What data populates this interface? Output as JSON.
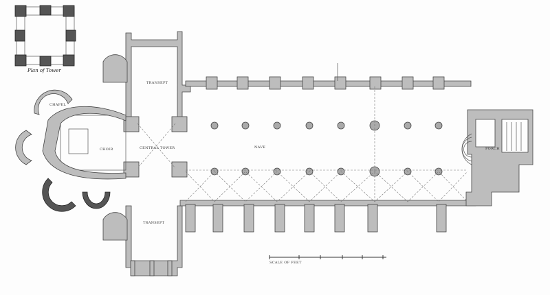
{
  "tower_plan": {
    "caption": "Plan of Tower"
  },
  "labels": {
    "central_tower": "Central Tower",
    "nave": "Nave",
    "north_transept": "Transept",
    "south_transept": "Transept",
    "choir": "Choir",
    "chapel": "Chapel",
    "porch": "Porch"
  },
  "scale_bar": {
    "text": "Scale of feet"
  }
}
